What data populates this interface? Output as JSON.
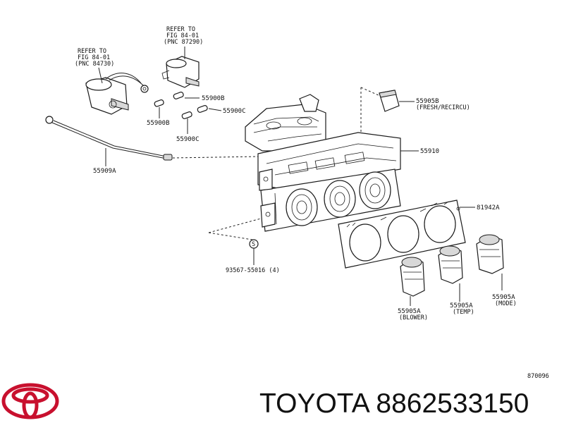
{
  "diagram": {
    "callouts": {
      "refer_motor_top": [
        "REFER TO",
        "FIG 84-01",
        "(PNC 87290)"
      ],
      "refer_motor_left": [
        "REFER TO",
        "FIG 84-01",
        "(PNC 84730)"
      ],
      "p55900B_upper": "55900B",
      "p55900C_upper": "55900C",
      "p55900B_lower": "55900B",
      "p55900C_lower": "55900C",
      "p55909A": "55909A",
      "p55905B": [
        "55905B",
        "(FRESH/RECIRCU)"
      ],
      "p55910": "55910",
      "p81942A": "81942A",
      "p93567": "93567-55016 (4)",
      "p55905A_blower": [
        "55905A",
        "(BLOWER)"
      ],
      "p55905A_temp": [
        "55905A",
        "(TEMP)"
      ],
      "p55905A_mode": [
        "55905A",
        "(MODE)"
      ],
      "fig_number": "870096"
    }
  },
  "caption": {
    "brand": "TOYOTA",
    "part_number": "8862533150",
    "text": "TOYOTA 8862533150"
  },
  "colors": {
    "line": "#222222",
    "logo": "#c8102e",
    "text": "#111111"
  }
}
